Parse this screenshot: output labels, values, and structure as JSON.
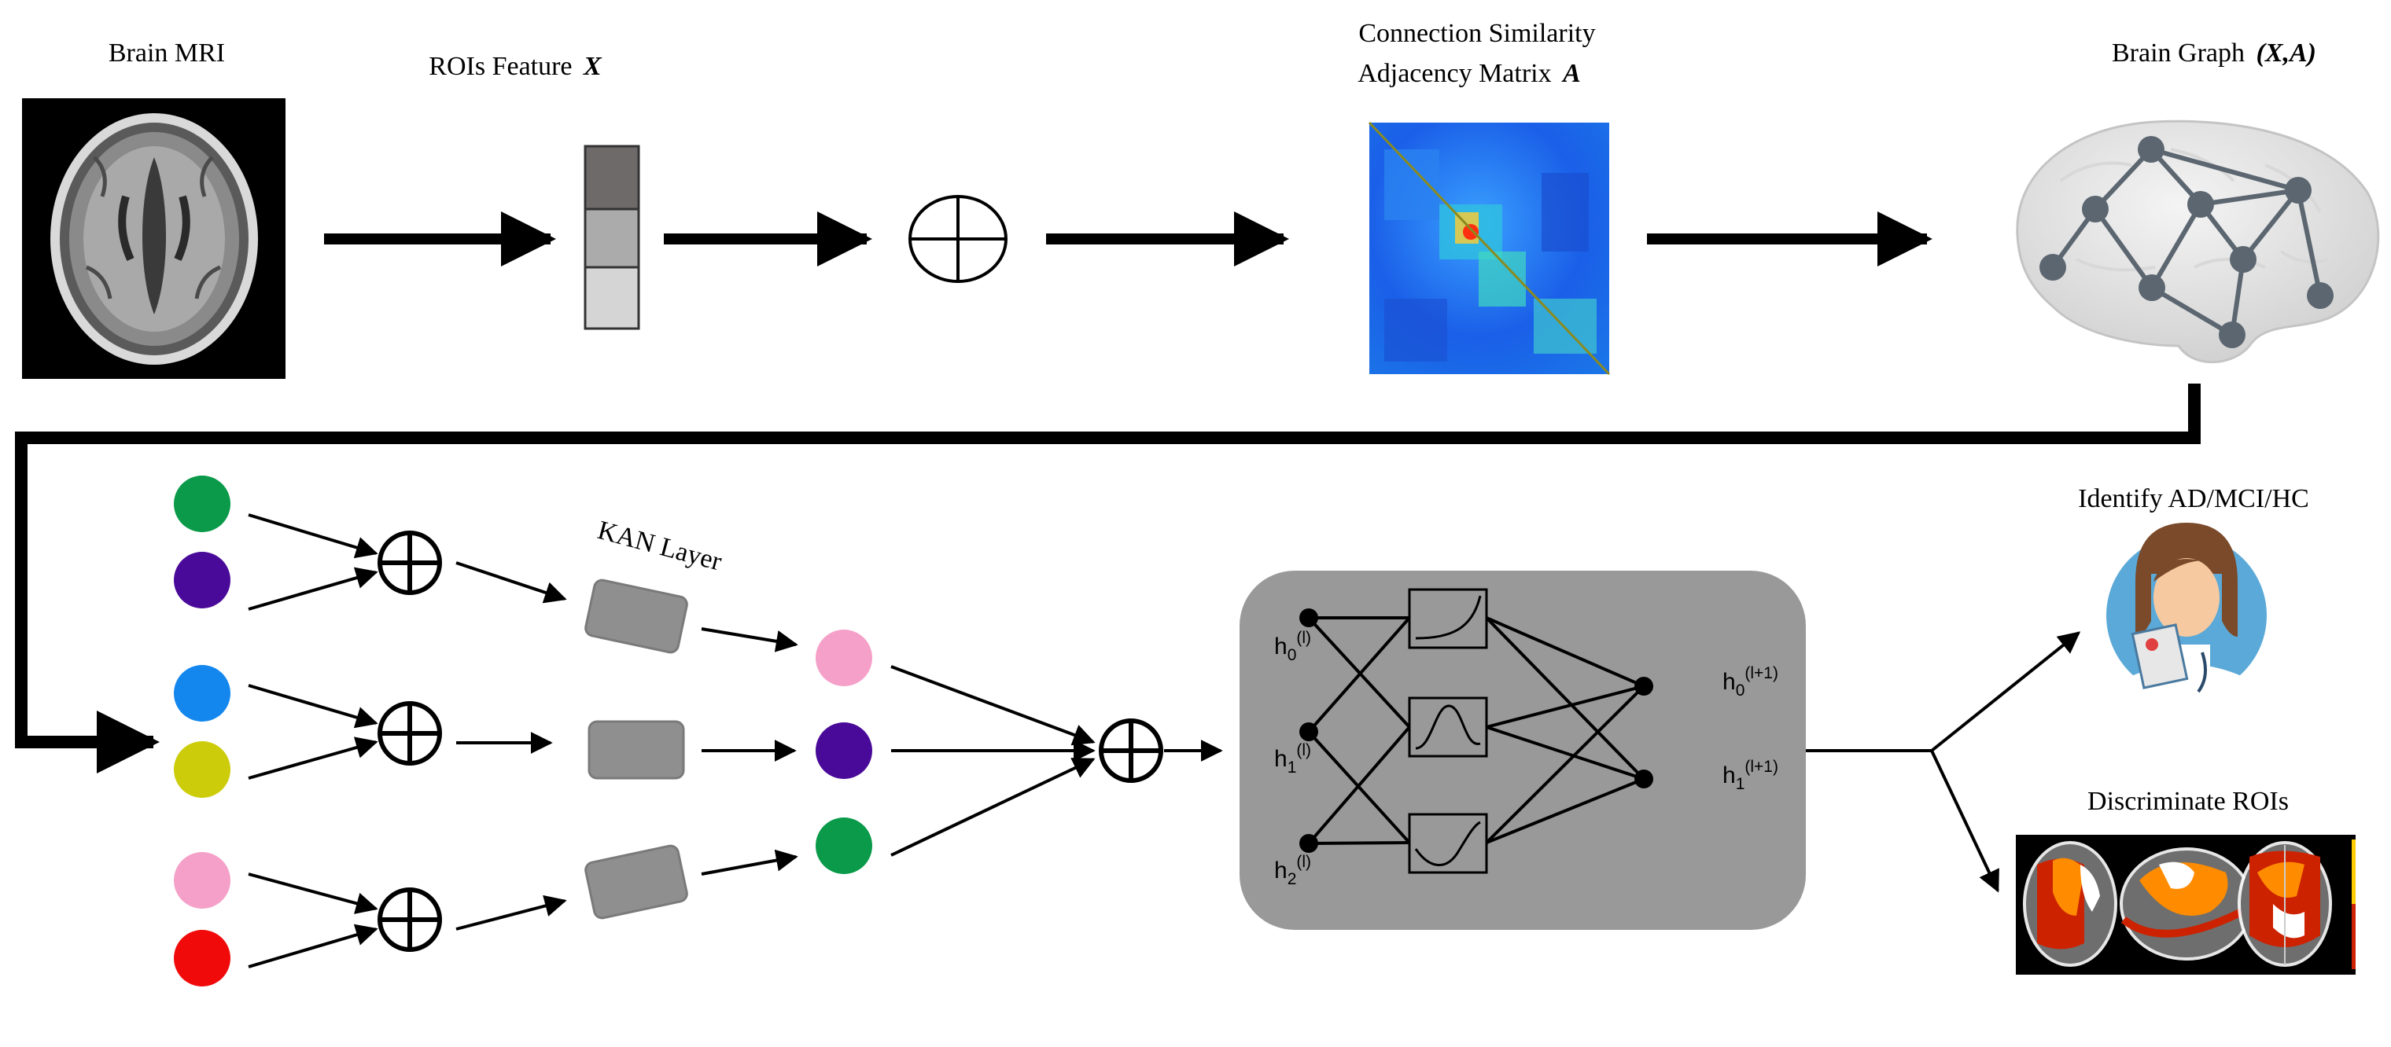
{
  "labels": {
    "brain_mri": "Brain MRI",
    "rois_feature": "ROIs Feature",
    "rois_feature_symbol": "X",
    "connection_line1": "Connection Similarity",
    "connection_line2": "Adjacency Matrix",
    "connection_symbol": "A",
    "brain_graph": "Brain Graph",
    "brain_graph_symbol": "(X,A)",
    "kan_layer": "KAN Layer",
    "identify": "Identify AD/MCI/HC",
    "discriminate": "Discriminate ROIs"
  },
  "kan_block": {
    "inputs": [
      {
        "base": "h",
        "sub": "0",
        "sup": "(l)"
      },
      {
        "base": "h",
        "sub": "1",
        "sup": "(l)"
      },
      {
        "base": "h",
        "sub": "2",
        "sup": "(l)"
      }
    ],
    "outputs": [
      {
        "base": "h",
        "sub": "0",
        "sup": "(l+1)"
      },
      {
        "base": "h",
        "sub": "1",
        "sup": "(l+1)"
      }
    ]
  },
  "node_colors": {
    "green": "#0a9a4a",
    "purple": "#4a0a99",
    "blue": "#1487ee",
    "olive": "#cccc0a",
    "pink": "#f5a0c8",
    "red": "#f00a0a"
  },
  "block_color": "#999999",
  "kan_unit_color": "#8f8f8f"
}
